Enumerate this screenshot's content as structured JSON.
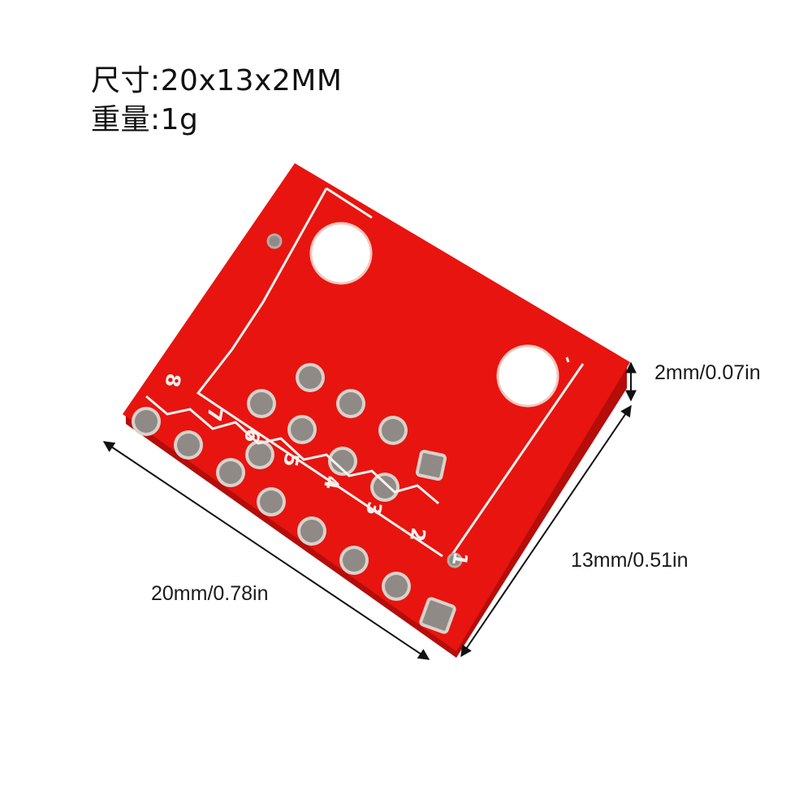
{
  "specs": {
    "size": "尺寸:20x13x2MM",
    "weight": "重量:1g"
  },
  "dimensions": {
    "thickness": "2mm/0.07in",
    "height": "13mm/0.51in",
    "width": "20mm/0.78in"
  },
  "board": {
    "pin_labels": [
      "8",
      "7",
      "6",
      "5",
      "4",
      "3",
      "2",
      "1"
    ],
    "colors": {
      "pcb": "#e8140f",
      "pcb_dark": "#c20e0a",
      "silkscreen": "#f4f1ee",
      "pad": "#8f8a86",
      "hole": "#ffffff"
    }
  }
}
